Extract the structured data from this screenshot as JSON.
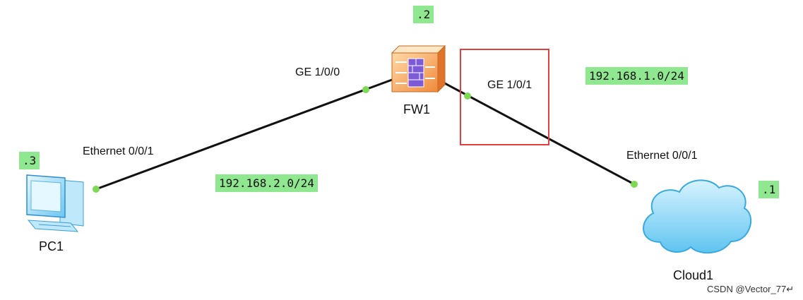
{
  "devices": {
    "fw": {
      "name": "FW1",
      "addr": ".2",
      "port_left": "GE 1/0/0",
      "port_right": "GE 1/0/1"
    },
    "pc": {
      "name": "PC1",
      "addr": ".3",
      "port": "Ethernet 0/0/1"
    },
    "cloud": {
      "name": "Cloud1",
      "addr": ".1",
      "port": "Ethernet 0/0/1"
    }
  },
  "subnets": {
    "left": "192.168.2.0/24",
    "right": "192.168.1.0/24"
  },
  "watermark": "CSDN @Vector_77",
  "colors": {
    "subnet_tag": "#8fe88f",
    "link": "#111111",
    "port_dot": "#7ed957",
    "highlight": "#e04040"
  },
  "icons": {
    "fw": "firewall-icon",
    "pc": "pc-icon",
    "cloud": "cloud-icon"
  }
}
